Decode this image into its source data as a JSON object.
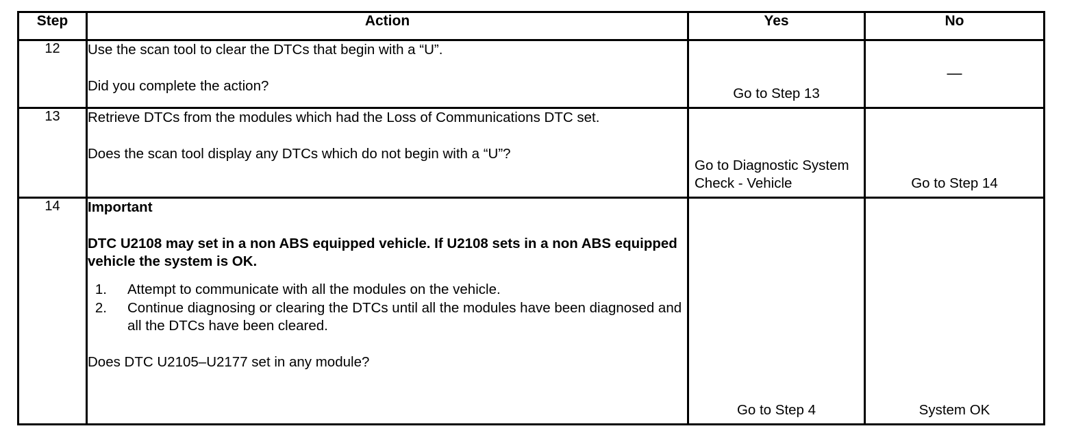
{
  "table": {
    "headers": {
      "step": "Step",
      "action": "Action",
      "yes": "Yes",
      "no": "No"
    },
    "rows": [
      {
        "step": "12",
        "action": {
          "line1": "Use the scan tool to clear the DTCs that begin with a “U”.",
          "question": "Did you complete the action?"
        },
        "yes": "Go to Step 13",
        "no": "—"
      },
      {
        "step": "13",
        "action": {
          "line1": "Retrieve DTCs from the modules which had the Loss of Communications DTC set.",
          "question": "Does the scan tool display any DTCs which do not begin with a “U”?"
        },
        "yes": "Go to Diagnostic System Check - Vehicle",
        "no": "Go to Step 14"
      },
      {
        "step": "14",
        "action": {
          "important_heading": "Important",
          "important_text": "DTC U2108 may set in a non ABS equipped vehicle. If U2108 sets in a non ABS equipped vehicle the system is OK.",
          "list": [
            {
              "marker": "1.",
              "text": "Attempt to communicate with all the modules on the vehicle."
            },
            {
              "marker": "2.",
              "text": "Continue diagnosing or clearing the DTCs until all the modules have been diagnosed and all the DTCs have been cleared."
            }
          ],
          "question": "Does DTC U2105–U2177 set in any module?"
        },
        "yes": "Go to Step 4",
        "no": "System OK"
      }
    ]
  }
}
